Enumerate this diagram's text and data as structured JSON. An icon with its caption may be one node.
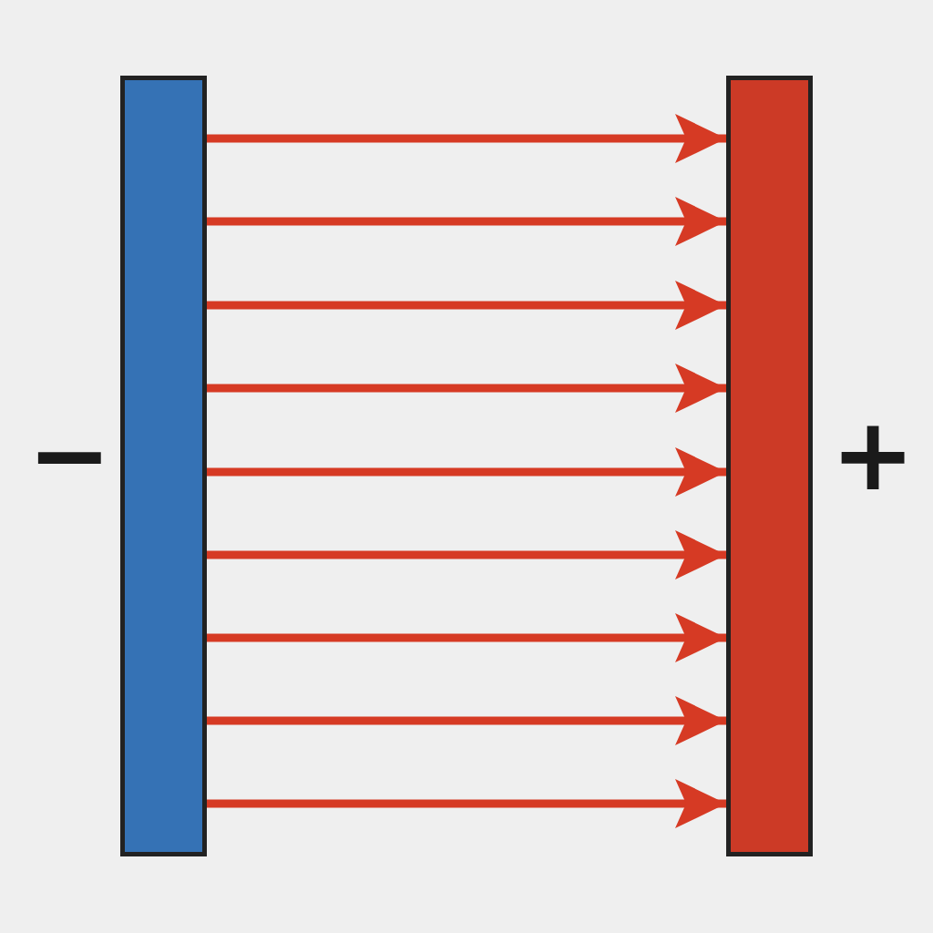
{
  "diagram": {
    "nodes": [
      {
        "text": [],
        "shape": "bar",
        "beside": [
          "−"
        ]
      },
      {
        "text": [],
        "shape": "bar",
        "beside": [
          "+"
        ]
      }
    ],
    "edges": [
      {
        "from": 0,
        "to": 1,
        "arrow": "to"
      },
      {
        "from": 0,
        "to": 1,
        "arrow": "to"
      },
      {
        "from": 0,
        "to": 1,
        "arrow": "to"
      },
      {
        "from": 0,
        "to": 1,
        "arrow": "to"
      },
      {
        "from": 0,
        "to": 1,
        "arrow": "to"
      },
      {
        "from": 0,
        "to": 1,
        "arrow": "to"
      },
      {
        "from": 0,
        "to": 1,
        "arrow": "to"
      },
      {
        "from": 0,
        "to": 1,
        "arrow": "to"
      },
      {
        "from": 0,
        "to": 1,
        "arrow": "to"
      }
    ]
  }
}
